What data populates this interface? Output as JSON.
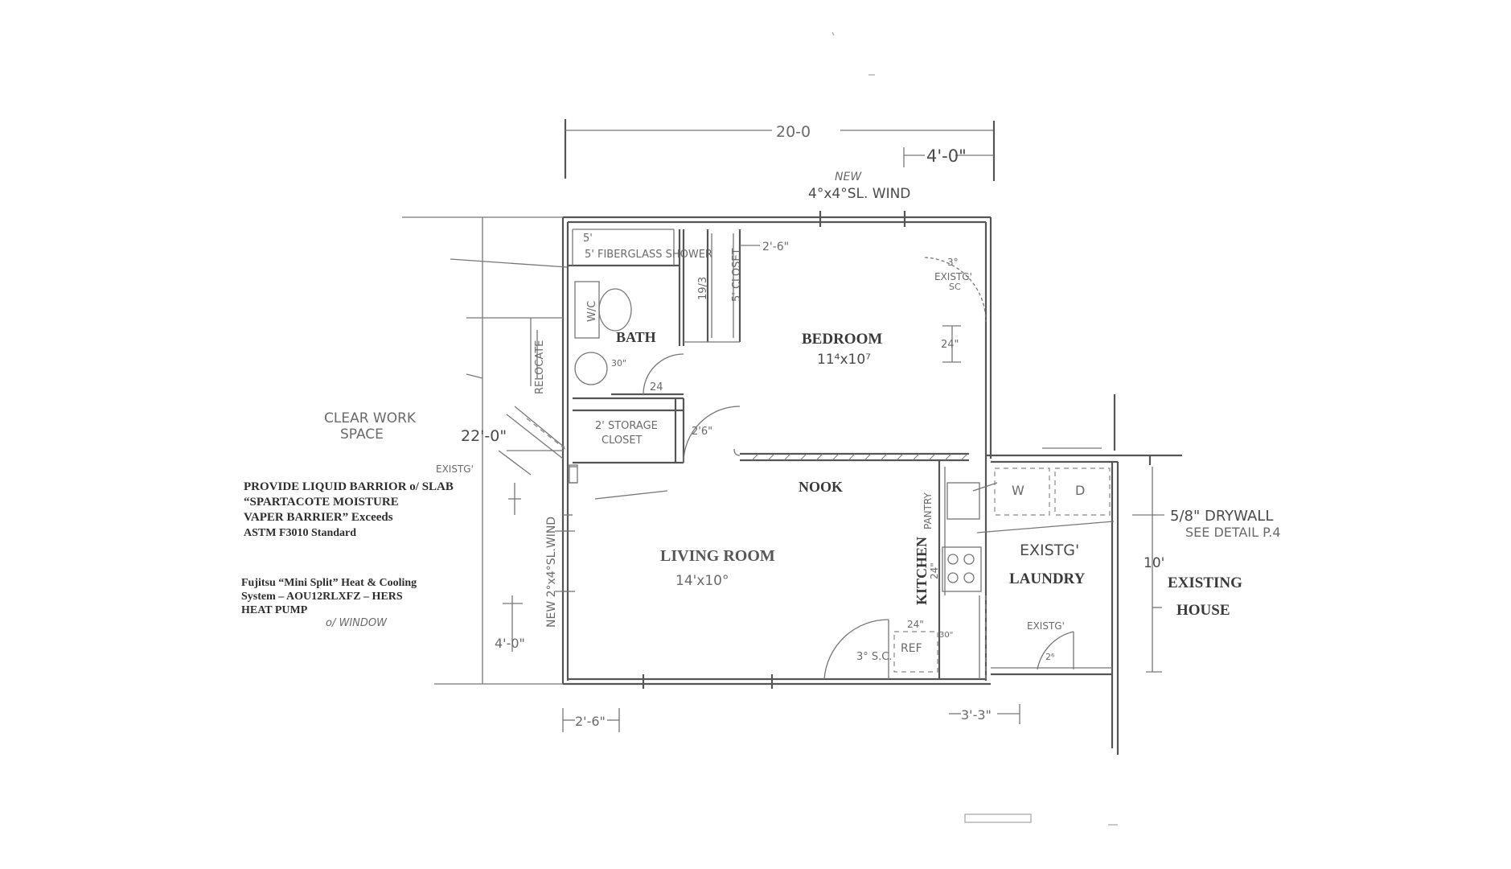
{
  "dimensions": {
    "overall_width": "20-0",
    "window_offset": "4'-0\"",
    "closet_width": "2'-6\"",
    "door_24_bedroom": "24\"",
    "bath_door": "24",
    "storage_door": "2'6\"",
    "left_window_offset": "4'-0\"",
    "bottom_left": "2'-6\"",
    "bottom_right": "3'-3\"",
    "existing_house_dim": "10'",
    "distance_22": "22'-0\"",
    "kitchen_24": "24\"",
    "ref_24": "24\"",
    "ref_30": "30\"",
    "bath_30": "30\""
  },
  "annotations": {
    "new_window_top_1": "NEW",
    "new_window_top_2": "4°x4°SL. WIND",
    "shower": "5' FIBERGLASS SHOWER",
    "closet_vertical": "5' CLOSET",
    "closet_door": "19/3",
    "wc": "W/C",
    "existing_sc_1": "3°",
    "existing_sc_2": "EXISTG'",
    "existing_sc_3": "SC",
    "relocate": "RELOCATE",
    "clear_work_1": "CLEAR WORK",
    "clear_work_2": "SPACE",
    "existg": "EXISTG'",
    "storage_1": "2' STORAGE",
    "storage_2": "CLOSET",
    "new_window_left": "NEW 2°x4°SL.WIND",
    "pantry": "PANTRY",
    "drywall_1": "5/8\" DRYWALL",
    "drywall_2": "SEE DETAIL P.4",
    "existg_laundry": "EXISTG'",
    "existg_door": "EXISTG'",
    "sc_door": "3° S.C.",
    "w": "W",
    "d": "D",
    "ref": "REF",
    "window_note": "o/ WINDOW"
  },
  "rooms": {
    "bath": "BATH",
    "bedroom": "BEDROOM",
    "bedroom_size": "11⁴x10⁷",
    "nook": "NOOK",
    "living": "LIVING ROOM",
    "living_size": "14'x10°",
    "kitchen": "KITCHEN",
    "laundry": "LAUNDRY",
    "existing_house_1": "EXISTING",
    "existing_house_2": "HOUSE"
  },
  "notes": {
    "barrier_1": "PROVIDE LIQUID BARRIOR o/ SLAB",
    "barrier_2": "“SPARTACOTE MOISTURE",
    "barrier_3": "VAPER BARRIER” Exceeds",
    "barrier_4": "ASTM F3010 Standard",
    "hvac_1": "Fujitsu “Mini Split” Heat & Cooling",
    "hvac_2": "System – AOU12RLXFZ – HERS",
    "hvac_3": "HEAT PUMP"
  }
}
